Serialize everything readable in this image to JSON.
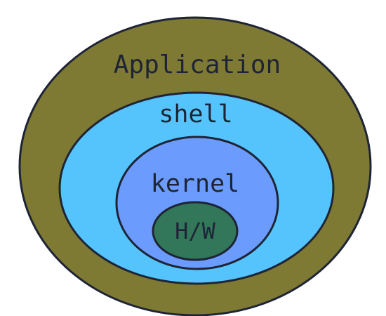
{
  "diagram": {
    "layers": [
      {
        "key": "application",
        "label": "Application",
        "fill": "#7e7a33"
      },
      {
        "key": "shell",
        "label": "shell",
        "fill": "#55c4fd"
      },
      {
        "key": "kernel",
        "label": "kernel",
        "fill": "#6b9cfd"
      },
      {
        "key": "hw",
        "label": "H/W",
        "fill": "#33775a"
      }
    ],
    "outline_color": "#1e2436"
  }
}
